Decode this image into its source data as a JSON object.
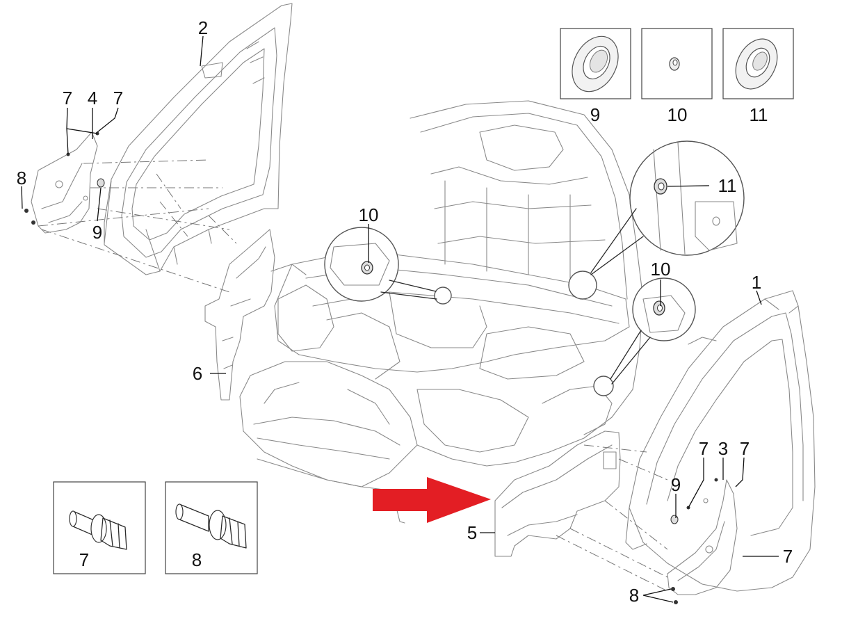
{
  "callouts": {
    "c1": "1",
    "c2": "2",
    "c3": "3",
    "c4": "4",
    "c5": "5",
    "c6": "6",
    "c7a": "7",
    "c7b": "7",
    "c7c": "7",
    "c7d": "7",
    "c7e": "7",
    "c7f": "7",
    "c8a": "8",
    "c8b": "8",
    "c8c": "8",
    "c9a": "9",
    "c9b": "9",
    "c9c": "9",
    "c10a": "10",
    "c10b": "10",
    "c10c": "10",
    "c11a": "11",
    "c11b": "11"
  },
  "colors": {
    "arrow": "#e31e24",
    "line": "#8a8a8a",
    "ink": "#111111"
  },
  "icons": [
    "red-pointer-arrow-icon"
  ]
}
